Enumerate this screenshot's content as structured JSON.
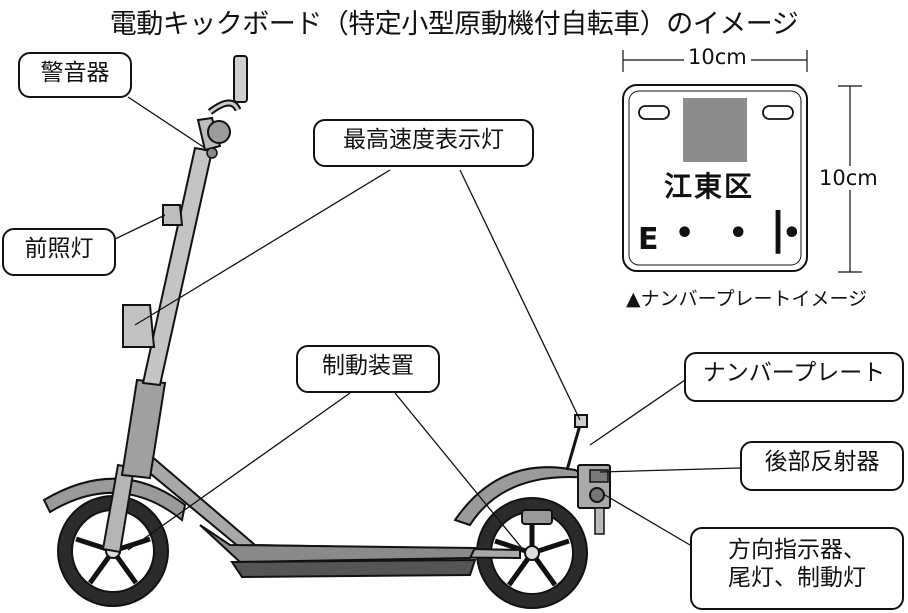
{
  "title": "電動キックボード（特定小型原動機付自転車）のイメージ",
  "callouts": {
    "horn": "警音器",
    "headlight": "前照灯",
    "max_speed_lamp": "最高速度表示灯",
    "brake": "制動装置",
    "number_plate": "ナンバープレート",
    "rear_reflector": "後部反射器",
    "turn_signal_line1": "方向指示器、",
    "turn_signal_line2": "尾灯、制動灯"
  },
  "plate": {
    "width_label": "10cm",
    "height_label": "10cm",
    "ward": "江東区",
    "letter": "E",
    "dots": "• • •",
    "digit": "|",
    "caption": "▲ナンバープレートイメージ"
  }
}
